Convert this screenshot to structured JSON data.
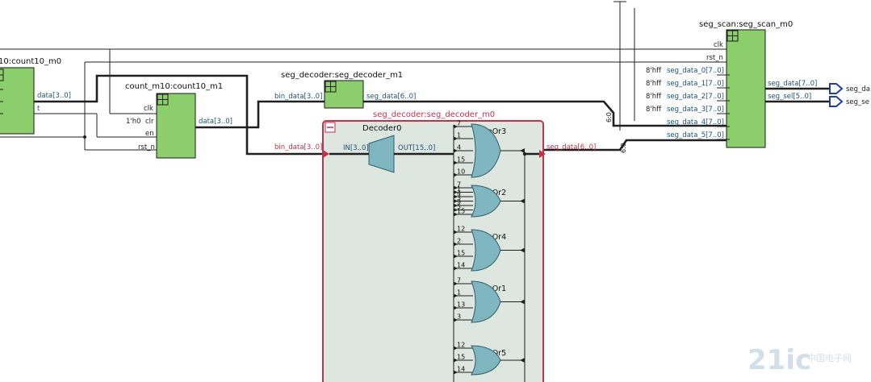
{
  "blocks": {
    "count10_m0": {
      "title": "10:count10_m0",
      "pin_data": "data[3..0]",
      "pin_t": "t"
    },
    "count10_m1": {
      "title": "count_m10:count10_m1",
      "pin_clk": "clk",
      "pin_clr": "clr",
      "pin_clr_const": "1'h0",
      "pin_en": "en",
      "pin_rst": "rst_n",
      "pin_data": "data[3..0]"
    },
    "seg_decoder_m1": {
      "title": "seg_decoder:seg_decoder_m1",
      "pin_in": "bin_data[3..0]",
      "pin_out": "seg_data[6..0]"
    },
    "seg_decoder_m0": {
      "title": "seg_decoder:seg_decoder_m0",
      "pin_in": "bin_data[3..0]",
      "pin_out": "seg_data[6..0]",
      "decoder": {
        "name": "Decoder0",
        "in": "IN[3..0]",
        "out": "OUT[15..0]"
      },
      "gates": [
        {
          "name": "WideOr3",
          "inputs": [
            "7",
            "1",
            "4",
            "15",
            "10"
          ]
        },
        {
          "name": "WideOr2",
          "inputs": [
            "7",
            "1",
            "4",
            "3",
            "9",
            "5",
            "15"
          ]
        },
        {
          "name": "WideOr4",
          "inputs": [
            "12",
            "2",
            "15",
            "14"
          ]
        },
        {
          "name": "WideOr1",
          "inputs": [
            "7",
            "1",
            "13",
            "3"
          ]
        },
        {
          "name": "WideOr5",
          "inputs": [
            "12",
            "15",
            "14"
          ]
        }
      ]
    },
    "seg_scan_m0": {
      "title": "seg_scan:seg_scan_m0",
      "pin_clk": "clk",
      "pin_rst": "rst_n",
      "inputs": [
        {
          "const": "8'hff",
          "label": "seg_data_0[7..0]"
        },
        {
          "const": "8'hff",
          "label": "seg_data_1[7..0]"
        },
        {
          "const": "8'hff",
          "label": "seg_data_2[7..0]"
        },
        {
          "const": "8'hff",
          "label": "seg_data_3[7..0]"
        },
        {
          "const": "",
          "label": "seg_data_4[7..0]"
        },
        {
          "const": "",
          "label": "seg_data_5[7..0]"
        }
      ],
      "out_data": "seg_data[7..0]",
      "out_sel": "seg_sel[5..0]"
    }
  },
  "outputs": {
    "seg_data": "seg_da",
    "seg_sel": "seg_se"
  },
  "bus_tags": {
    "tag1": "6:0",
    "tag2": "6:0"
  },
  "watermark": {
    "text": "21ic",
    "cn": "中国电子网"
  },
  "colors": {
    "block_fill": "#8cce6b",
    "subsystem_border": "#c0334a",
    "subsystem_fill": "#dde6df",
    "gate_fill": "#7fb6bf",
    "port_blue": "#1f3ea0"
  }
}
